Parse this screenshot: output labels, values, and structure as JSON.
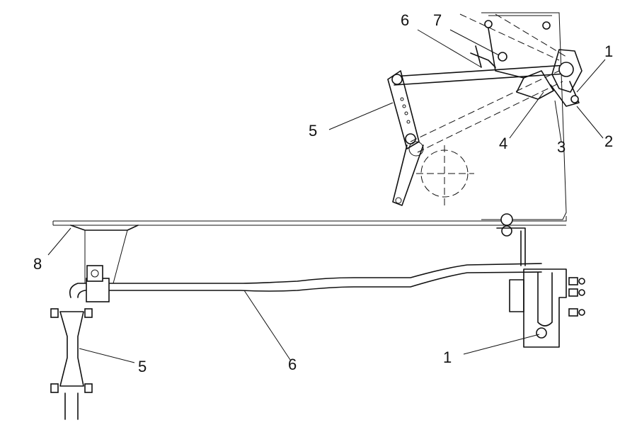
{
  "callouts": {
    "top": {
      "rod": "6",
      "bracket": "7",
      "bolt": "1",
      "link": "5",
      "sensor": "4",
      "lever": "3",
      "nut": "2"
    },
    "bottom": {
      "frame": "8",
      "link": "5",
      "stabilizer_bar": "6",
      "bolt": "1"
    }
  }
}
